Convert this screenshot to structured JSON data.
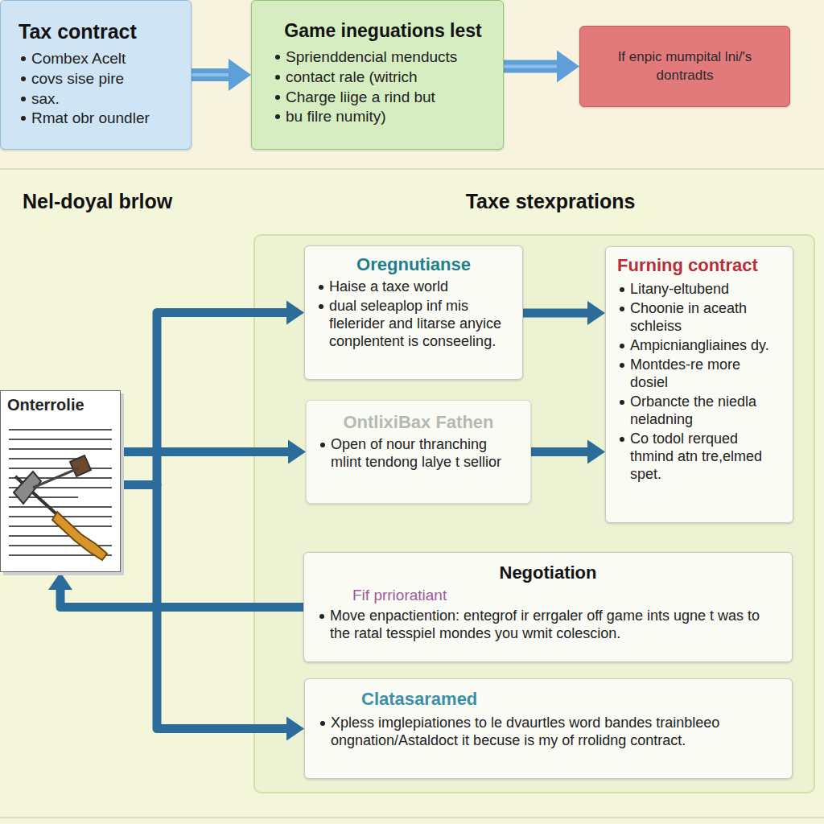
{
  "diagram": {
    "nodes": [
      {
        "text": [
          "Tax contract",
          "Combex Acelt",
          "covs sise pire",
          "sax.",
          "Rmat obr oundler"
        ]
      },
      {
        "text": [
          "Game ineguations lest",
          "Sprienddencial menducts",
          "contact rale (witrich",
          "Charge liige a rind but",
          "bu filre numity)"
        ]
      },
      {
        "text": [
          "If enpic mumpital lni/'s dontradts"
        ]
      },
      {
        "text": [
          "Onterrolie"
        ]
      },
      {
        "text": [
          "Taxe stexprations"
        ]
      },
      {
        "text": [
          "Oregnutianse",
          "Haise a taxe world",
          "dual seleaplop inf mis flelerider and litarse anyice conplentent is conseeling."
        ],
        "in": 4
      },
      {
        "text": [
          "Furning contract",
          "Litany-eltubend",
          "Choonie in aceath schleiss",
          "Ampicniangliaines dy.",
          "Montdes-re more dosiel",
          "Orbancte the niedla neladning",
          "Co todol rerqued thmind atn tre,elmed spet."
        ],
        "in": 4
      },
      {
        "text": [
          "OntlixiBax Fathen",
          "Open of nour thranching mlint tendong lalye t sellior"
        ],
        "in": 4
      },
      {
        "text": [
          "Negotiation",
          "Fif prrioratiant",
          "Move enpactiention: entegrof ir errgaler off game ints ugne t was to the ratal tesspiel mondes you wmit colescion."
        ],
        "in": 4
      },
      {
        "text": [
          "Clatasaramed",
          "Xpless imglepiationes to le dvaurtles word bandes trainbleeo ongnation/Astaldoct it becuse is my of rrolidng contract."
        ],
        "in": 4
      }
    ],
    "edges": [
      {
        "from": 0,
        "to": 1,
        "arrow": "to"
      },
      {
        "from": 1,
        "to": 2,
        "arrow": "to"
      },
      {
        "from": 3,
        "to": 5,
        "arrow": "to"
      },
      {
        "from": 3,
        "to": 7,
        "arrow": "to"
      },
      {
        "from": 8,
        "to": 3,
        "arrow": "to"
      },
      {
        "from": 3,
        "to": 9,
        "arrow": "to"
      },
      {
        "from": 5,
        "to": 6,
        "arrow": "to"
      },
      {
        "from": 7,
        "to": 6,
        "arrow": "to"
      }
    ],
    "labels": [
      "Nel-doyal brlow"
    ]
  }
}
